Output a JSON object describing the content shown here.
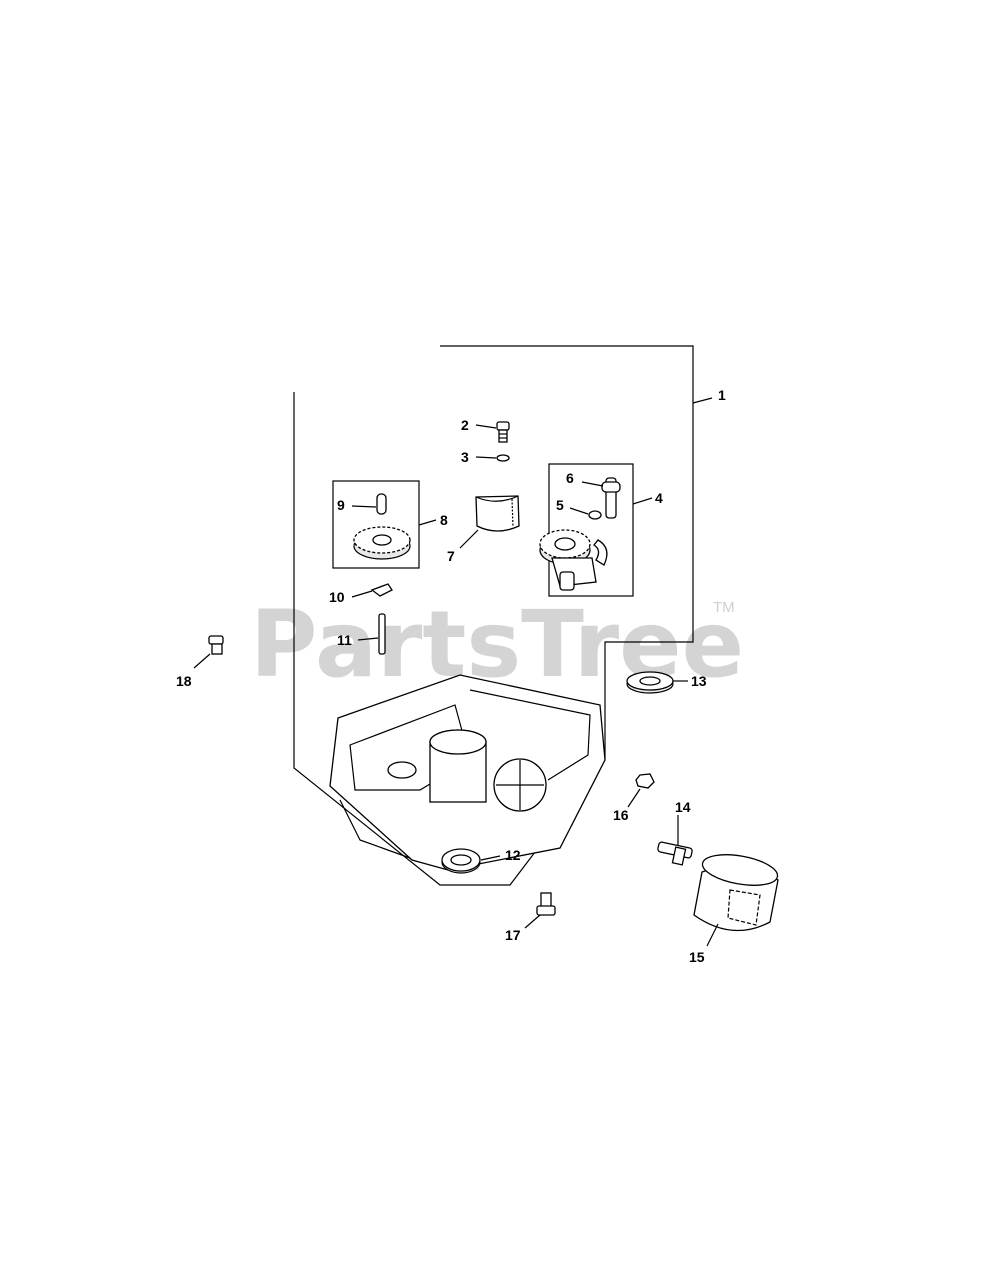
{
  "watermark": {
    "brand": "PartsTree",
    "trademark": "TM"
  },
  "callouts": [
    {
      "id": "1",
      "label": "1"
    },
    {
      "id": "2",
      "label": "2"
    },
    {
      "id": "3",
      "label": "3"
    },
    {
      "id": "4",
      "label": "4"
    },
    {
      "id": "5",
      "label": "5"
    },
    {
      "id": "6",
      "label": "6"
    },
    {
      "id": "7",
      "label": "7"
    },
    {
      "id": "8",
      "label": "8"
    },
    {
      "id": "9",
      "label": "9"
    },
    {
      "id": "10",
      "label": "10"
    },
    {
      "id": "11",
      "label": "11"
    },
    {
      "id": "12",
      "label": "12"
    },
    {
      "id": "13",
      "label": "13"
    },
    {
      "id": "14",
      "label": "14"
    },
    {
      "id": "15",
      "label": "15"
    },
    {
      "id": "16",
      "label": "16"
    },
    {
      "id": "17",
      "label": "17"
    },
    {
      "id": "18",
      "label": "18"
    }
  ]
}
